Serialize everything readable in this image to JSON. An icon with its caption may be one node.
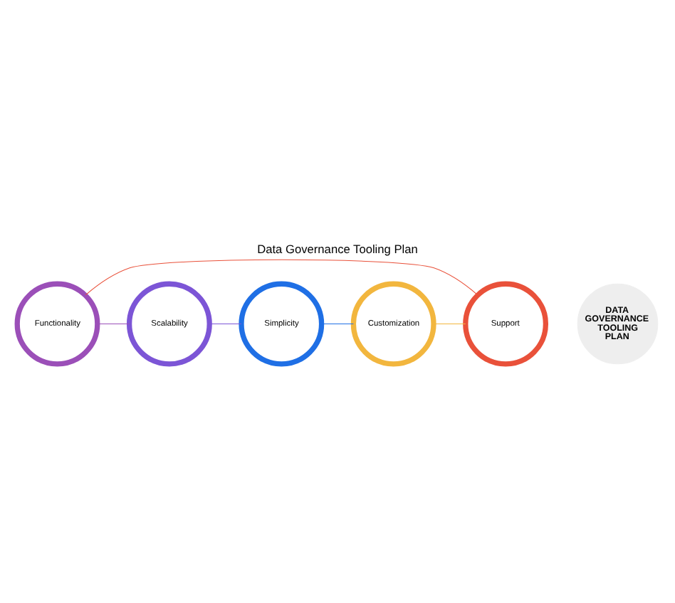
{
  "diagram": {
    "title": "Data Governance Tooling Plan",
    "nodes": [
      {
        "text": [
          "DATA GOVERNANCE TOOLING PLAN"
        ]
      },
      {
        "text": [
          "Functionality"
        ]
      },
      {
        "text": [
          "Scalability"
        ]
      },
      {
        "text": [
          "Simplicity"
        ]
      },
      {
        "text": [
          "Customization"
        ]
      },
      {
        "text": [
          "Support"
        ]
      }
    ],
    "edges": [
      {
        "from": 1,
        "to": 2,
        "arrow": "none",
        "color": "#9b4fb8"
      },
      {
        "from": 2,
        "to": 3,
        "arrow": "none",
        "color": "#7c55d6"
      },
      {
        "from": 3,
        "to": 4,
        "arrow": "none",
        "color": "#1f6fe5"
      },
      {
        "from": 4,
        "to": 5,
        "arrow": "none",
        "color": "#f2b63e"
      },
      {
        "from": 5,
        "to": 1,
        "arrow": "none",
        "color": "#e9513a"
      }
    ]
  }
}
